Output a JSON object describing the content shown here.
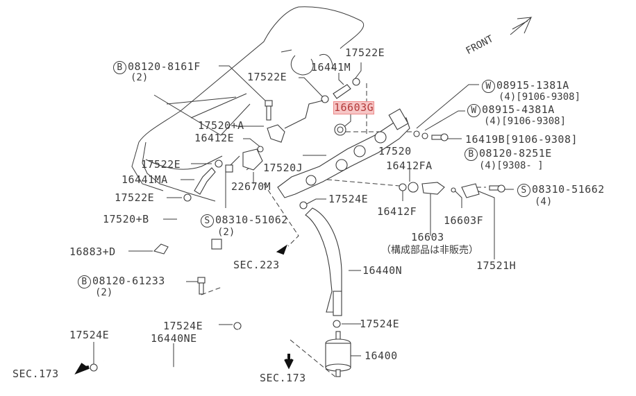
{
  "diagram": {
    "title": "Fuel line parts diagram",
    "orientation_label": "FRONT",
    "highlight_color": "#f6c6c6",
    "labels": {
      "bolt_top": {
        "prefix": "B",
        "part": "08120-8161F",
        "qty": "(2)"
      },
      "clamp_top_left": "17522E",
      "clamp_top_right": "17522E",
      "hose_top": "16441M",
      "selected_part": "16603G",
      "washer_1": {
        "prefix": "W",
        "part": "08915-1381A",
        "qty": "(4)[9106-9308]"
      },
      "washer_2": {
        "prefix": "W",
        "part": "08915-4381A",
        "qty": "(4)[9106-9308]"
      },
      "bolt_16419b": "16419B[9106-9308]",
      "bolt_08120_8251e": {
        "prefix": "B",
        "part": "08120-8251E",
        "qty": "(4)[9308-   ]"
      },
      "bracket_17520a": "17520+A",
      "oring_16412e": "16412E",
      "rail_17520": "17520",
      "oring_16412fa": "16412FA",
      "clamp_left_mid": "17522E",
      "pipe_17520j": "17520J",
      "hose_16441ma": "16441MA",
      "regulator_22670m": "22670M",
      "clamp_left_lower": "17522E",
      "clamp_17524e_mid": "17524E",
      "oring_16412f": "16412F",
      "nut_08310_51662": {
        "prefix": "S",
        "part": "08310-51662",
        "qty": "(4)"
      },
      "pipe_17520b": "17520+B",
      "nut_08310_51062": {
        "prefix": "S",
        "part": "08310-51062",
        "qty": "(2)"
      },
      "injector_16603": "16603",
      "injector_note": "（構成部品は非販売）",
      "bracket_16603f": "16603F",
      "insulator_17521h": "17521H",
      "clip_16883d": "16883+D",
      "sec_223": "SEC.223",
      "bolt_08120_61233": {
        "prefix": "B",
        "part": "08120-61233",
        "qty": "(2)"
      },
      "hose_16440n": "16440N",
      "clamp_17524e_filter": "17524E",
      "clamp_17524e_bottom_left": "17524E",
      "clamp_17524e_bottom_mid": "17524E",
      "hose_16440ne": "16440NE",
      "filter_16400": "16400",
      "sec_173_left": "SEC.173",
      "sec_173_bottom": "SEC.173"
    }
  }
}
